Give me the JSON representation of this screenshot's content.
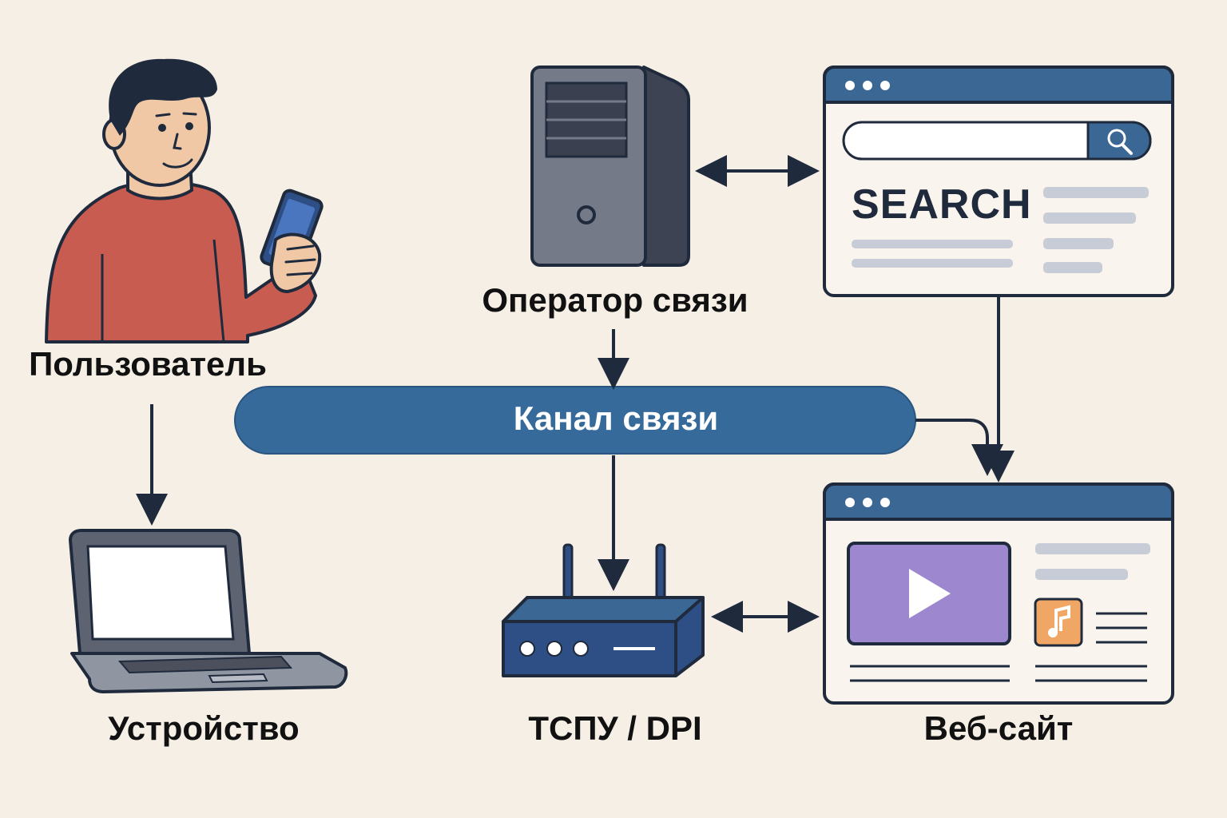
{
  "nodes": {
    "user": {
      "label": "Пользователь",
      "icon": "person-with-phone-icon"
    },
    "device": {
      "label": "Устройство",
      "icon": "laptop-icon"
    },
    "operator": {
      "label": "Оператор связи",
      "icon": "server-tower-icon"
    },
    "channel": {
      "label": "Канал связи"
    },
    "tspu": {
      "label": "ТСПУ / DPI",
      "icon": "router-icon"
    },
    "website": {
      "label": "Веб-сайт",
      "icon": "media-website-icon"
    },
    "search_window": {
      "word": "SEARCH",
      "icon": "search-browser-window-icon"
    }
  },
  "edges": [
    {
      "from": "user",
      "to": "device",
      "direction": "forward"
    },
    {
      "from": "operator",
      "to": "search_window",
      "direction": "both"
    },
    {
      "from": "operator",
      "to": "channel",
      "direction": "forward"
    },
    {
      "from": "channel",
      "to": "tspu",
      "direction": "forward"
    },
    {
      "from": "channel",
      "to": "website",
      "direction": "forward"
    },
    {
      "from": "search_window",
      "to": "website",
      "direction": "forward"
    },
    {
      "from": "tspu",
      "to": "website",
      "direction": "both"
    }
  ],
  "colors": {
    "background": "#f6efe6",
    "channel_fill": "#366a9a",
    "window_header": "#3b6795",
    "arrow": "#1f2a3c",
    "shirt": "#c95c50",
    "video": "#9d87cf",
    "music_tile": "#f0a766"
  }
}
